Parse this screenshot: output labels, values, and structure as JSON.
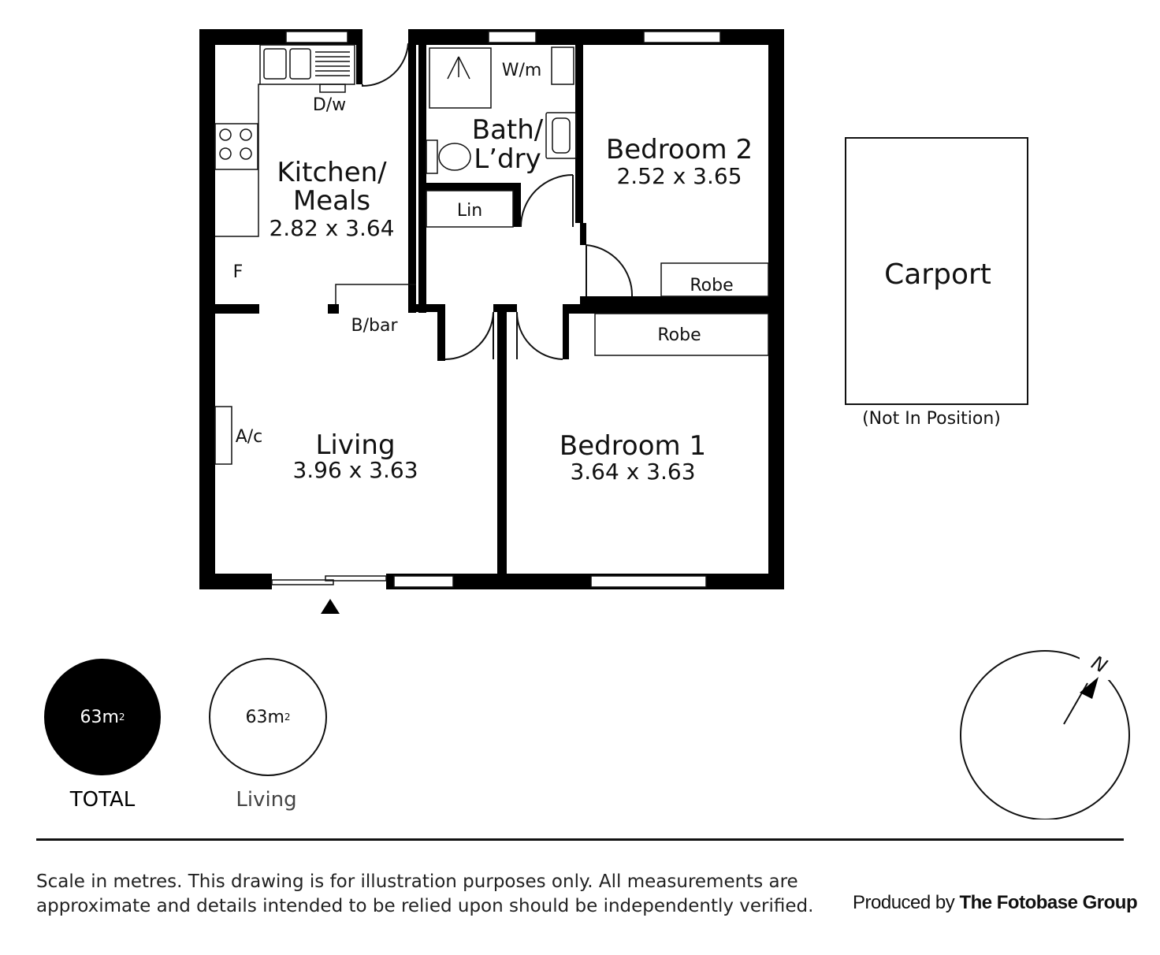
{
  "rooms": {
    "kitchen": {
      "name_line1": "Kitchen/",
      "name_line2": "Meals",
      "dims": "2.82 x 3.64"
    },
    "bath": {
      "name_line1": "Bath/",
      "name_line2": "L’dry"
    },
    "bedroom2": {
      "name": "Bedroom 2",
      "dims": "2.52 x 3.65"
    },
    "living": {
      "name": "Living",
      "dims": "3.96 x 3.63"
    },
    "bedroom1": {
      "name": "Bedroom 1",
      "dims": "3.64 x 3.63"
    },
    "carport": {
      "name": "Carport",
      "note": "(Not In Position)"
    }
  },
  "fixtures": {
    "dw": "D/w",
    "wm": "W/m",
    "lin": "Lin",
    "fridge": "F",
    "bbar": "B/bar",
    "ac": "A/c",
    "robe_upper": "Robe",
    "robe_lower": "Robe"
  },
  "compass": {
    "label": "N"
  },
  "areas": {
    "total": {
      "value": "63m",
      "unit_sup": "2",
      "caption": "TOTAL"
    },
    "living": {
      "value": "63m",
      "unit_sup": "2",
      "caption": "Living"
    }
  },
  "footer": {
    "disclaimer": "Scale in metres. This drawing is for illustration purposes only. All measurements are approximate and details intended to be relied upon should be independently verified.",
    "produced_by_prefix": "Produced by",
    "produced_by_company": "The Fotobase Group"
  },
  "colors": {
    "ink": "#111111",
    "background": "#ffffff"
  }
}
